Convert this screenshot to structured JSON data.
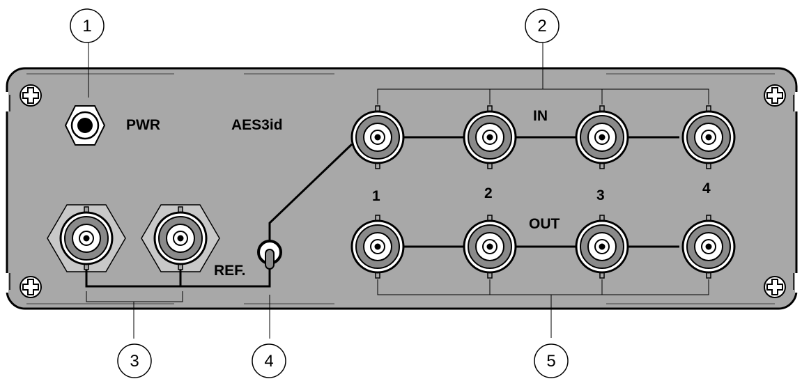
{
  "panel": {
    "pwr_label": "PWR",
    "model_label": "AES3id",
    "in_label": "IN",
    "out_label": "OUT",
    "ref_label": "REF.",
    "channel_numbers": [
      "1",
      "2",
      "3",
      "4"
    ]
  },
  "callouts": [
    "1",
    "2",
    "3",
    "4",
    "5"
  ],
  "colors": {
    "panel_fill": "#a8a8a8",
    "connector_ring": "#8a8a8a",
    "outline": "#000000"
  }
}
